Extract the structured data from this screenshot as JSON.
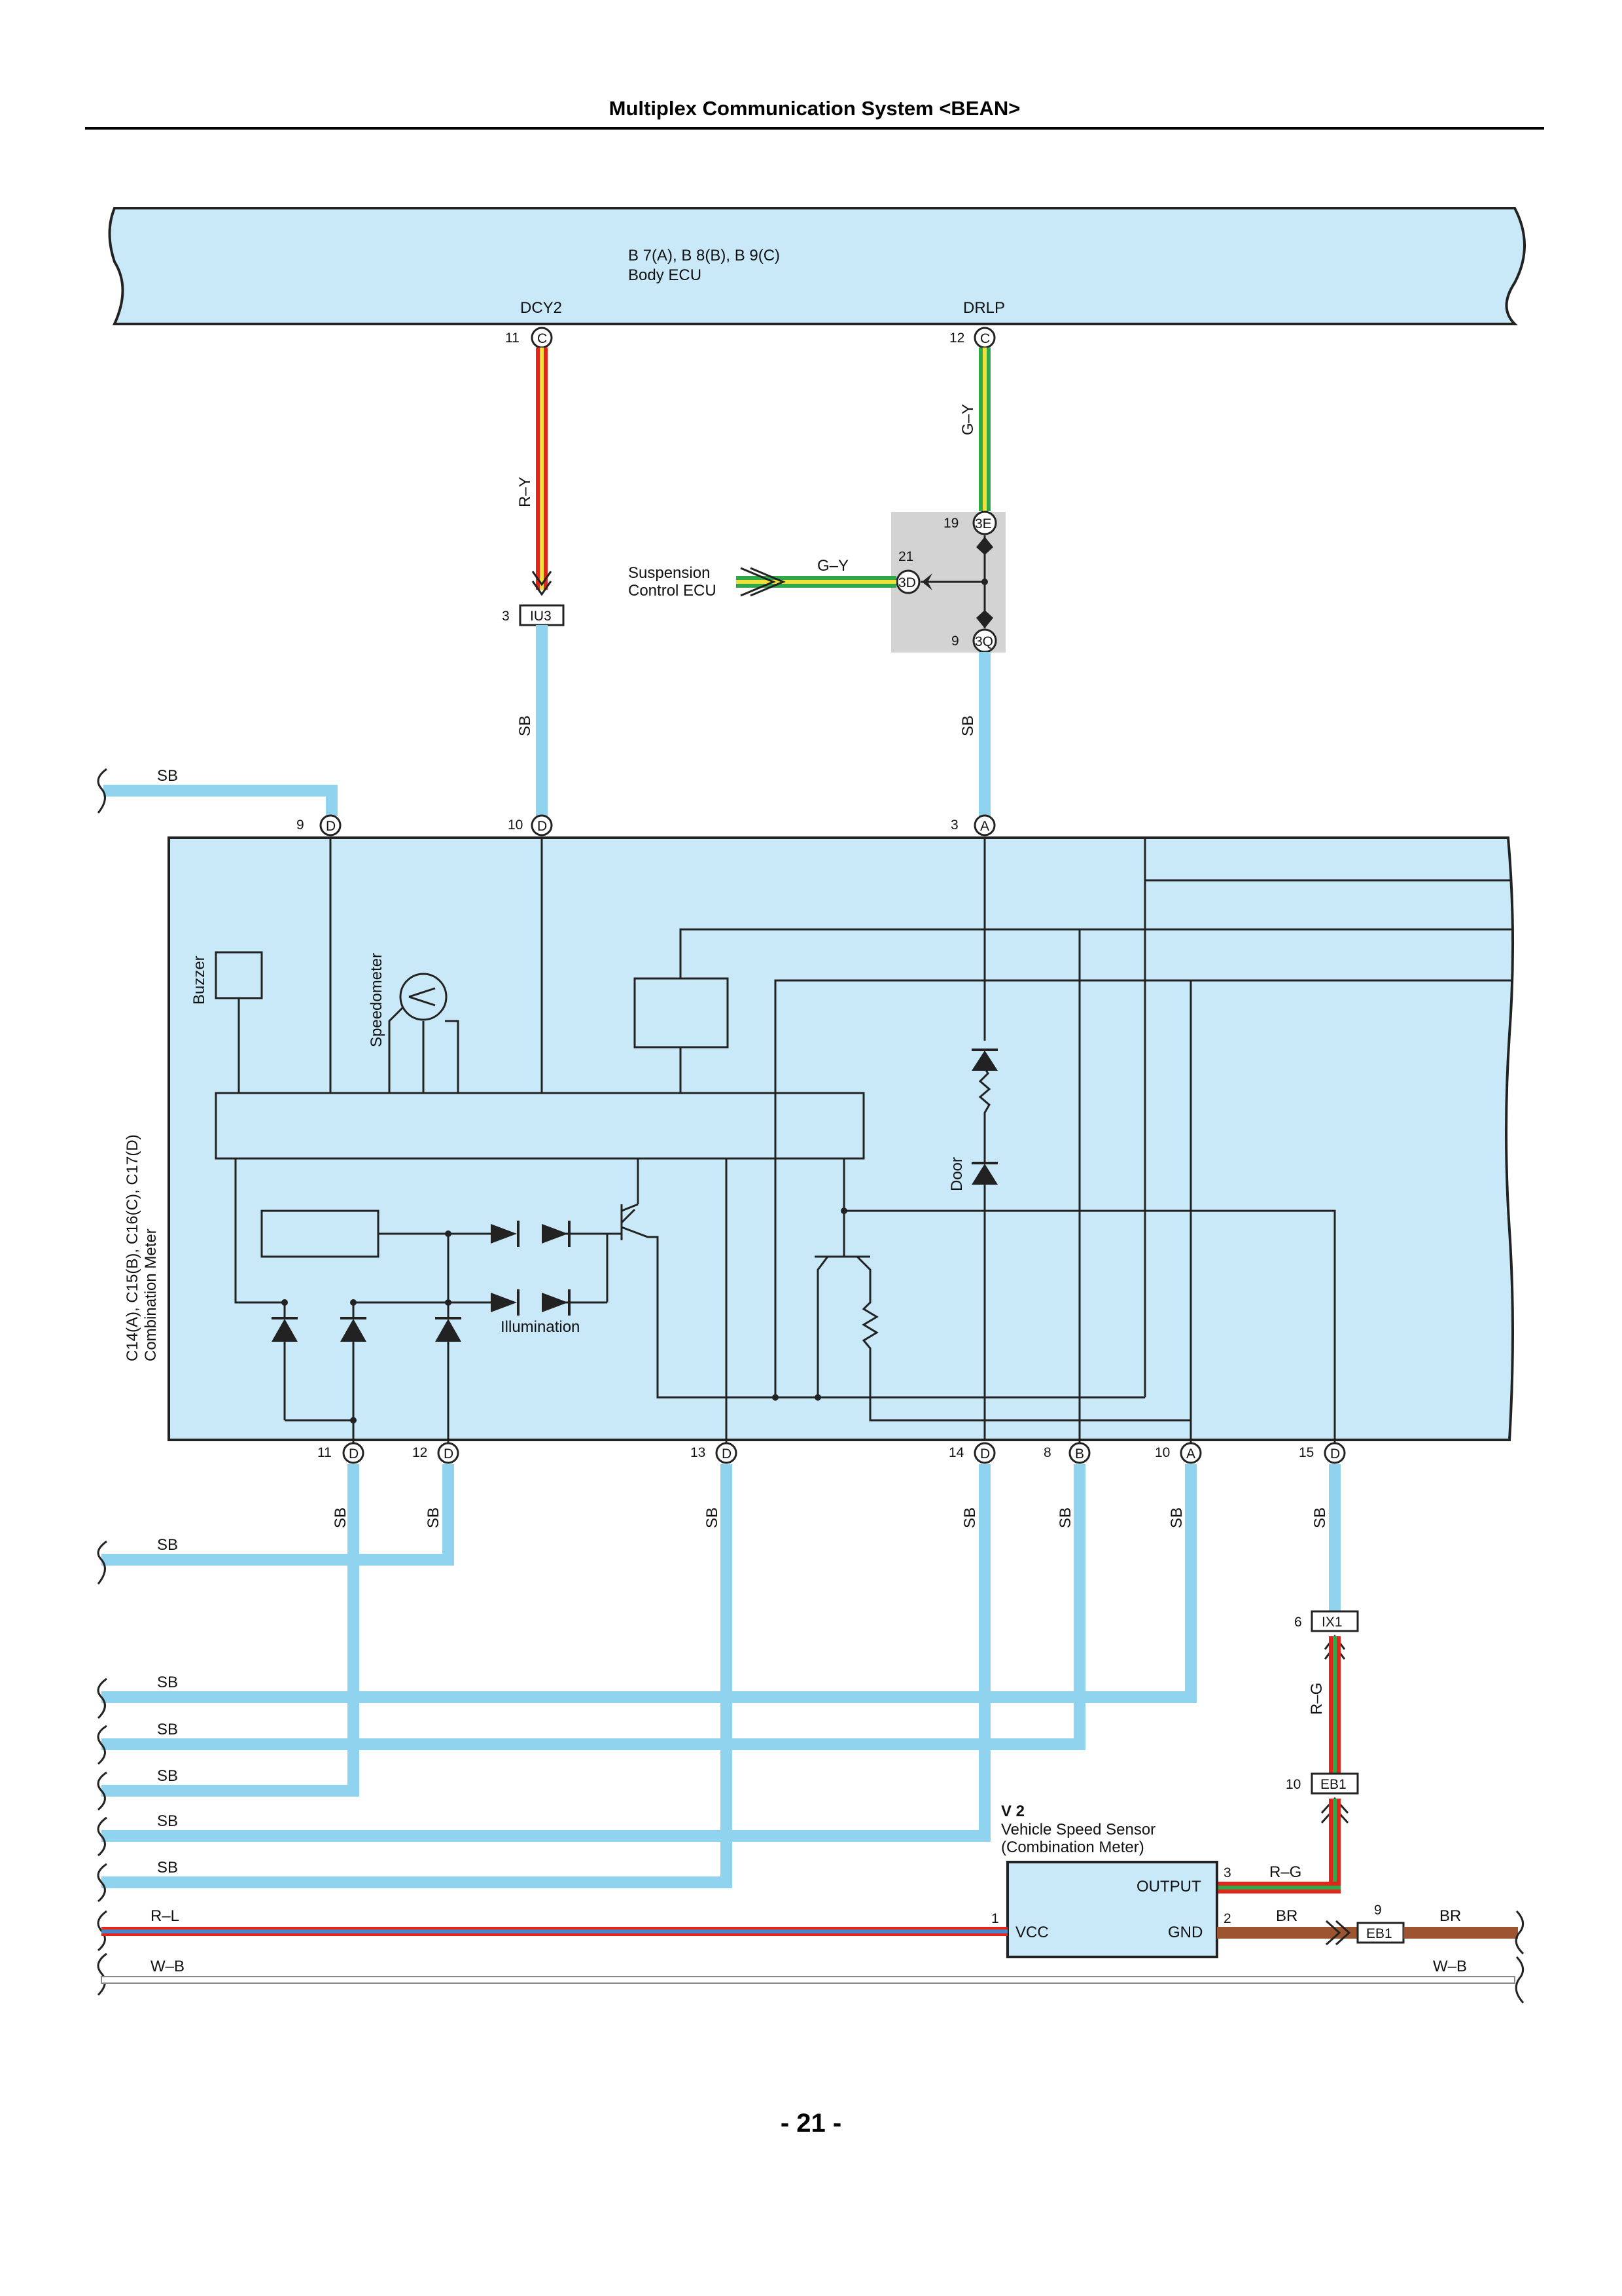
{
  "header": {
    "title": "Multiplex Communication System <BEAN>"
  },
  "page": {
    "number": "- 21 -"
  },
  "body_ecu": {
    "code": "B 7(A), B 8(B), B 9(C)",
    "name": "Body ECU",
    "pins": [
      "DCY2",
      "DRLP"
    ],
    "pin_numbers": [
      "11",
      "12"
    ],
    "connector_letter": "C"
  },
  "combination_meter": {
    "code": "C14(A), C15(B), C16(C), C17(D)",
    "name": "Combination Meter",
    "buzzer": "Buzzer",
    "speedometer": "Speedometer",
    "door": "Door",
    "illumination": "Illumination"
  },
  "suspension": {
    "line1": "Suspension",
    "line2": "Control ECU"
  },
  "junction": {
    "pin_3e": "19",
    "label_3e": "3E",
    "pin_3d": "21",
    "label_3d": "3D",
    "pin_3q": "9",
    "label_3q": "3Q"
  },
  "connectors": {
    "iu3": {
      "pin": "3",
      "label": "IU3"
    },
    "ix1": {
      "pin": "6",
      "label": "IX1"
    },
    "eb1_top": {
      "pin": "10",
      "label": "EB1"
    },
    "eb1_gnd": {
      "pin": "9",
      "label": "EB1"
    }
  },
  "meter_top_pins": [
    {
      "num": "9",
      "letter": "D"
    },
    {
      "num": "10",
      "letter": "D"
    },
    {
      "num": "3",
      "letter": "A"
    }
  ],
  "meter_bottom_pins": [
    {
      "num": "11",
      "letter": "D"
    },
    {
      "num": "12",
      "letter": "D"
    },
    {
      "num": "13",
      "letter": "D"
    },
    {
      "num": "14",
      "letter": "D"
    },
    {
      "num": "8",
      "letter": "B"
    },
    {
      "num": "10",
      "letter": "A"
    },
    {
      "num": "15",
      "letter": "D"
    }
  ],
  "speed_sensor": {
    "code": "V 2",
    "name": "Vehicle Speed Sensor",
    "note": "(Combination Meter)",
    "output": "OUTPUT",
    "vcc": "VCC",
    "gnd": "GND",
    "pin_output": "3",
    "pin_vcc": "1",
    "pin_gnd": "2"
  },
  "wire_colors": {
    "r_y": "R–Y",
    "g_y": "G–Y",
    "sb": "SB",
    "r_g": "R–G",
    "r_l": "R–L",
    "br": "BR",
    "w_b": "W–B"
  },
  "colors": {
    "ecu_fill": "#c9e9f9",
    "sb_wire": "#8fd3ee",
    "red": "#e3241b",
    "yellow": "#f2e03a",
    "green": "#2fa84a",
    "brown": "#9c5530",
    "junction_gray": "#d3d3d3"
  }
}
